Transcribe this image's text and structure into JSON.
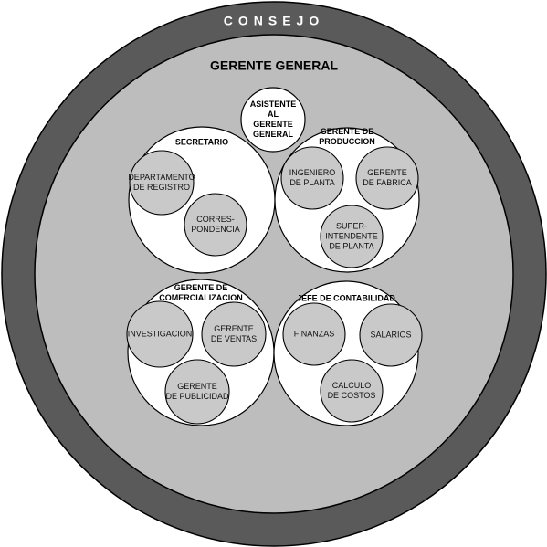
{
  "colors": {
    "outer_ring": "#5a5a5a",
    "inner_field": "#bdbdbd",
    "group_fill": "#ffffff",
    "unit_fill": "#c9c9c9",
    "stroke": "#000000"
  },
  "diagram": {
    "outer_label": "CONSEJO",
    "main_label": "GERENTE GENERAL",
    "assistant": {
      "lines": [
        "ASISTENTE",
        "AL",
        "GERENTE",
        "GENERAL"
      ]
    },
    "groups": [
      {
        "id": "secretario",
        "title_lines": [
          "SECRETARIO"
        ],
        "units": [
          {
            "id": "registro",
            "lines": [
              "DEPARTAMENTO",
              "DE REGISTRO"
            ]
          },
          {
            "id": "correspondencia",
            "lines": [
              "CORRES-",
              "PONDENCIA"
            ]
          }
        ]
      },
      {
        "id": "produccion",
        "title_lines": [
          "GERENTE DE",
          "PRODUCCION"
        ],
        "units": [
          {
            "id": "ingeniero",
            "lines": [
              "INGENIERO",
              "DE PLANTA"
            ]
          },
          {
            "id": "gerente-fabrica",
            "lines": [
              "GERENTE",
              "DE FABRICA"
            ]
          },
          {
            "id": "superintendente",
            "lines": [
              "SUPER-",
              "INTENDENTE",
              "DE PLANTA"
            ]
          }
        ]
      },
      {
        "id": "comercializacion",
        "title_lines": [
          "GERENTE DE",
          "COMERCIALIZACION"
        ],
        "units": [
          {
            "id": "investigacion",
            "lines": [
              "INVESTIGACION"
            ]
          },
          {
            "id": "gerente-ventas",
            "lines": [
              "GERENTE",
              "DE VENTAS"
            ]
          },
          {
            "id": "gerente-publicidad",
            "lines": [
              "GERENTE",
              "DE PUBLICIDAD"
            ]
          }
        ]
      },
      {
        "id": "contabilidad",
        "title_lines": [
          "JEFE DE CONTABILIDAD"
        ],
        "units": [
          {
            "id": "finanzas",
            "lines": [
              "FINANZAS"
            ]
          },
          {
            "id": "salarios",
            "lines": [
              "SALARIOS"
            ]
          },
          {
            "id": "costos",
            "lines": [
              "CALCULO",
              "DE COSTOS"
            ]
          }
        ]
      }
    ]
  }
}
